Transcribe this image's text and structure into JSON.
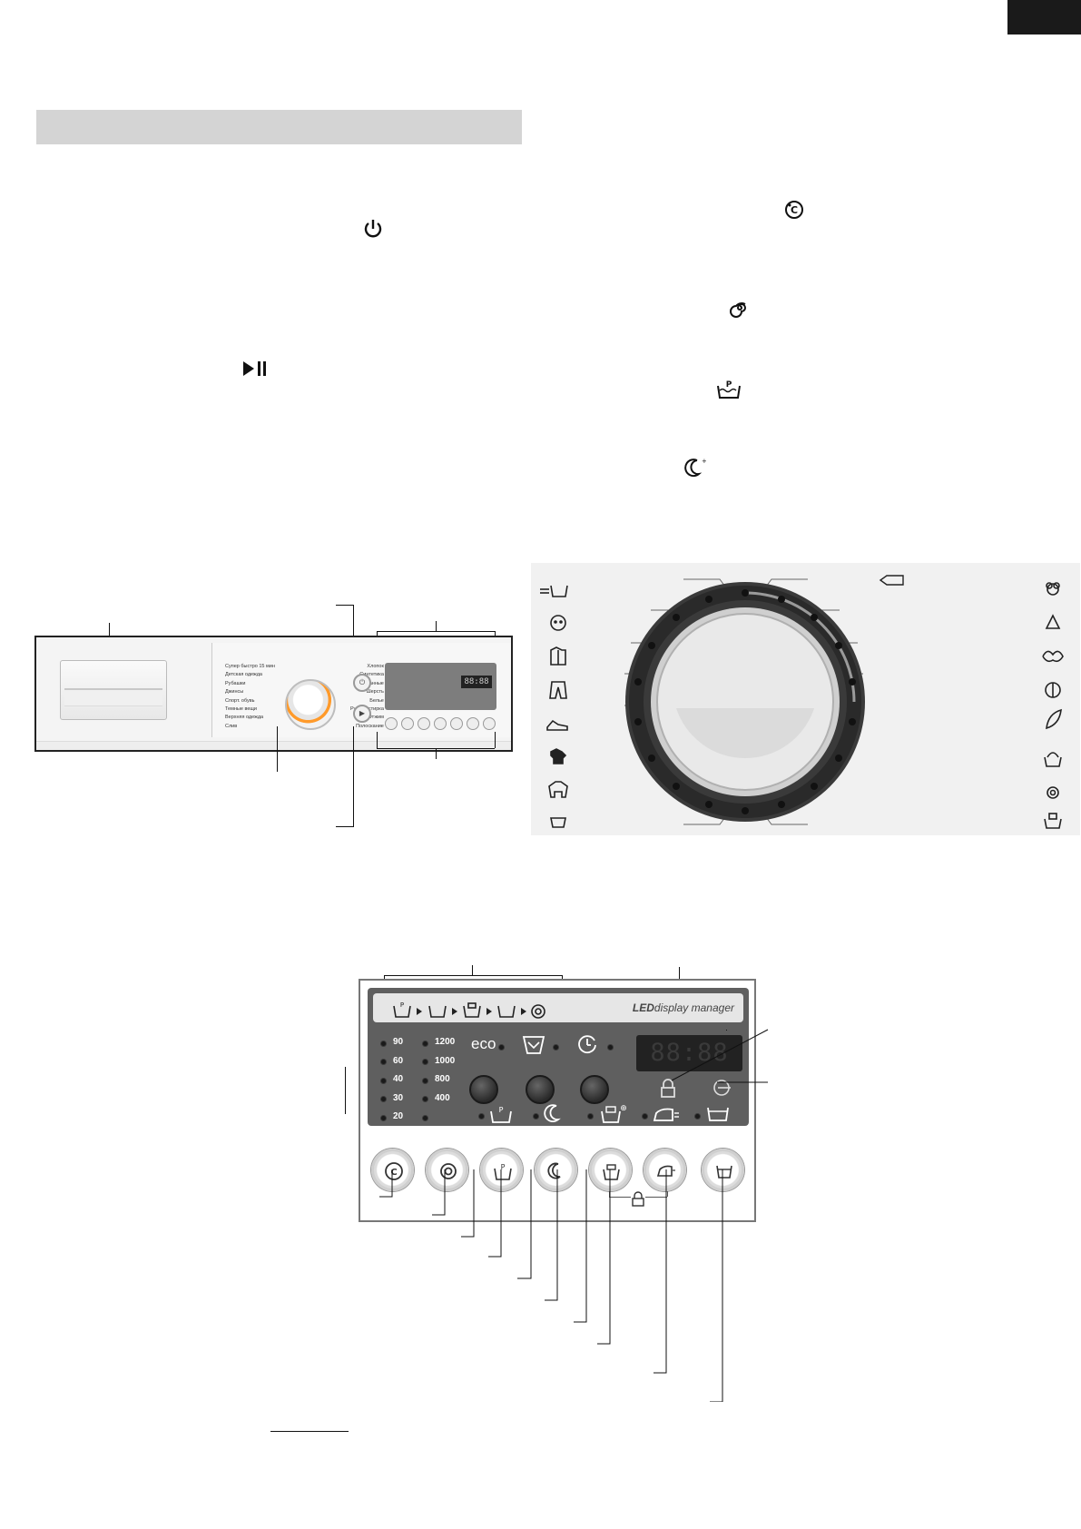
{
  "front_panel": {
    "programs_left": [
      "Супер быстро 15 мин",
      "Детская одежда",
      "Рубашки",
      "Джинсы",
      "Спорт. обувь",
      "Темные вещи",
      "Верхняя одежда",
      "Слив"
    ],
    "programs_right": [
      "Хлопок",
      "Синтетика",
      "Смешанные",
      "Шерсть",
      "Белье",
      "Ручная стирка",
      "Отжим",
      "Полоскание"
    ],
    "display_text": "88:88"
  },
  "control_panel": {
    "brand_led": "LED",
    "brand_display": "display",
    "brand_manager": "manager",
    "temperatures": [
      "90",
      "60",
      "40",
      "30",
      "20"
    ],
    "spin_speeds": [
      "1200",
      "1000",
      "800",
      "400"
    ],
    "eco_label": "eco",
    "display_text": "88:88"
  },
  "icons": {
    "power": "power-icon",
    "start_pause": "start-pause-icon",
    "temperature": "temperature-icon",
    "spin": "spin-icon",
    "prewash": "prewash-icon",
    "night": "night-icon",
    "lock": "child-lock-icon",
    "drain": "drain-icon",
    "iron": "easy-iron-icon",
    "extra_rinse": "extra-rinse-icon"
  },
  "colors": {
    "panel_dark": "#5f5f5f",
    "dial_accent": "#ff9a2a",
    "section_bar": "#d4d4d4"
  }
}
